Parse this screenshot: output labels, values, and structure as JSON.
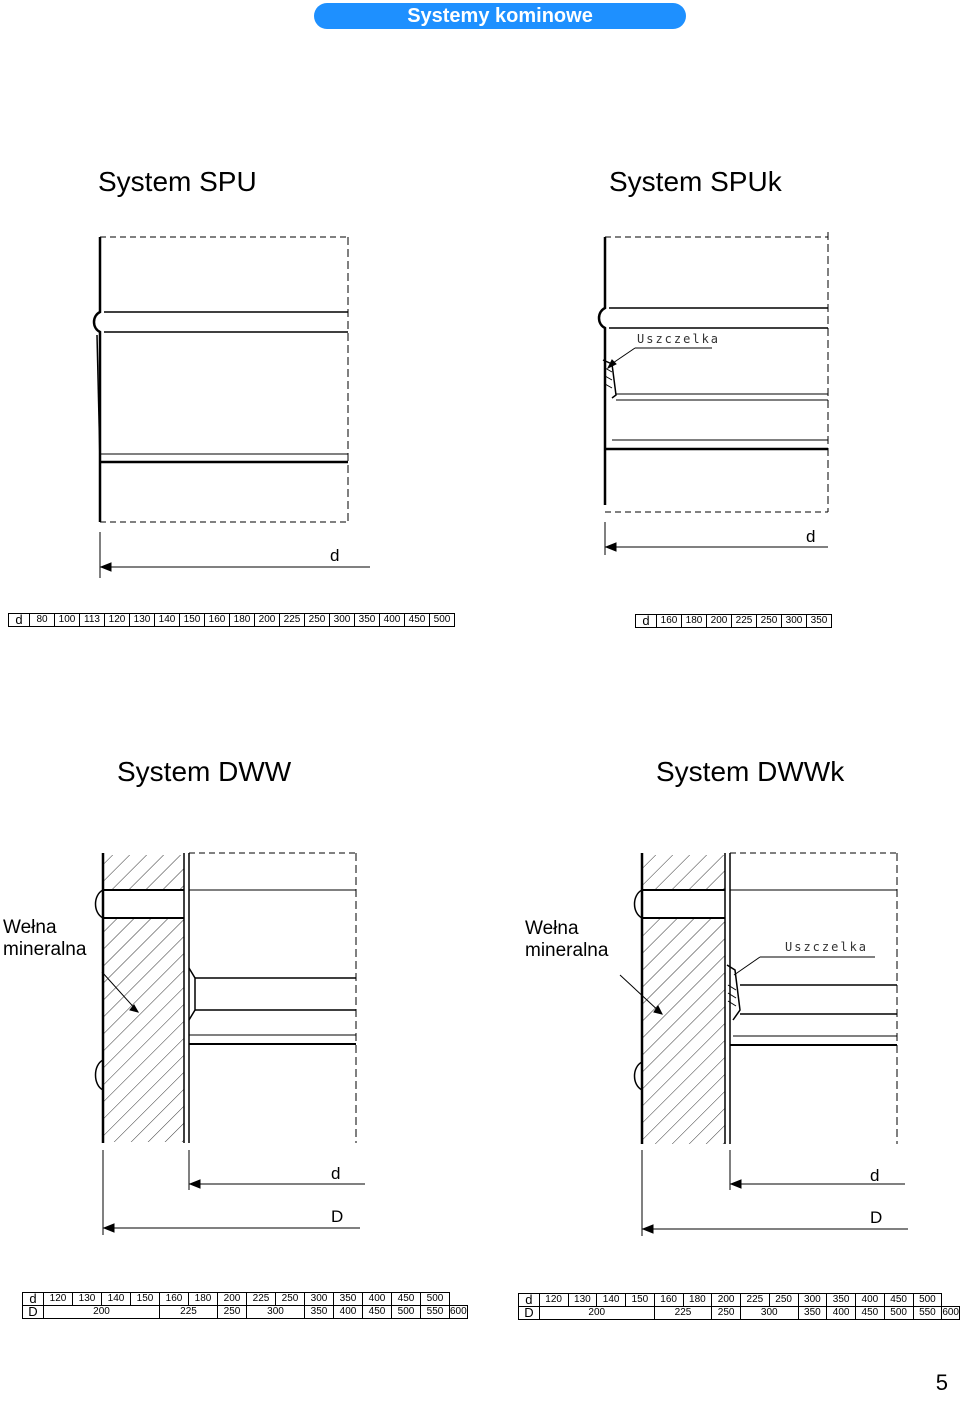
{
  "header": {
    "title": "Systemy kominowe",
    "color": "#1e90ff"
  },
  "systems": {
    "spu": {
      "title": "System SPU",
      "d_label": "d",
      "table": {
        "d_label": "d",
        "d": [
          "80",
          "100",
          "113",
          "120",
          "130",
          "140",
          "150",
          "160",
          "180",
          "200",
          "225",
          "250",
          "300",
          "350",
          "400",
          "450",
          "500"
        ]
      }
    },
    "spuk": {
      "title": "System SPUk",
      "d_label": "d",
      "seal_label": "Uszczelka",
      "table": {
        "d_label": "d",
        "d": [
          "160",
          "180",
          "200",
          "225",
          "250",
          "300",
          "350"
        ]
      }
    },
    "dww": {
      "title": "System DWW",
      "wool_label_1": "Wełna",
      "wool_label_2": "mineralna",
      "d_label": "d",
      "D_label": "D",
      "table": {
        "d_label": "d",
        "D_label": "D",
        "d": [
          "120",
          "130",
          "140",
          "150",
          "160",
          "180",
          "200",
          "225",
          "250",
          "300",
          "350",
          "400",
          "450",
          "500"
        ],
        "D": [
          [
            "200",
            4
          ],
          [
            "225",
            2
          ],
          [
            "250",
            1
          ],
          [
            "300",
            2
          ],
          [
            "350",
            1
          ],
          [
            "400",
            1
          ],
          [
            "450",
            1
          ],
          [
            "500",
            1
          ],
          [
            "550",
            1
          ],
          [
            "600",
            1
          ]
        ]
      }
    },
    "dwwk": {
      "title": "System DWWk",
      "wool_label_1": "Wełna",
      "wool_label_2": "mineralna",
      "seal_label": "Uszczelka",
      "d_label": "d",
      "D_label": "D",
      "table": {
        "d_label": "d",
        "D_label": "D",
        "d": [
          "120",
          "130",
          "140",
          "150",
          "160",
          "180",
          "200",
          "225",
          "250",
          "300",
          "350",
          "400",
          "450",
          "500"
        ],
        "D": [
          [
            "200",
            4
          ],
          [
            "225",
            2
          ],
          [
            "250",
            1
          ],
          [
            "300",
            2
          ],
          [
            "350",
            1
          ],
          [
            "400",
            1
          ],
          [
            "450",
            1
          ],
          [
            "500",
            1
          ],
          [
            "550",
            1
          ],
          [
            "600",
            1
          ]
        ]
      }
    }
  },
  "page_number": "5"
}
